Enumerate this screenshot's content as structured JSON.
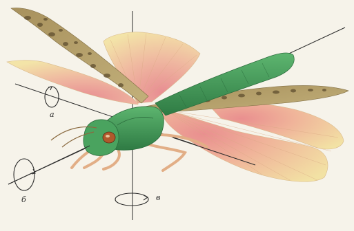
{
  "labels": {
    "a": "а",
    "b": "б",
    "v": "в"
  },
  "colors": {
    "background": "#f6f3ea",
    "axis": "#2b2b2b",
    "wing_pink": "#ec9c98",
    "wing_yellow": "#f1e0a6",
    "forewing": "#b3a06b",
    "forewing_spots": "#5f4e2f",
    "body_green": "#3e9b58",
    "body_dark": "#2b6b3c",
    "leg": "#e8b892",
    "eye": "#b05a2c"
  }
}
